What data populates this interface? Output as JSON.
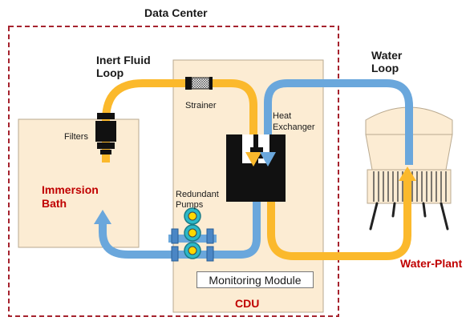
{
  "title": "Data Center",
  "labels": {
    "inert_fluid_loop_line1": "Inert Fluid",
    "inert_fluid_loop_line2": "Loop",
    "water_loop_line1": "Water",
    "water_loop_line2": "Loop",
    "strainer": "Strainer",
    "heat_exchanger_line1": "Heat",
    "heat_exchanger_line2": "Exchanger",
    "filters": "Filters",
    "immersion_bath_line1": "Immersion",
    "immersion_bath_line2": "Bath",
    "redundant_pumps_line1": "Redundant",
    "redundant_pumps_line2": "Pumps",
    "monitoring_module": "Monitoring Module",
    "cdu": "CDU",
    "water_plant": "Water-Plant"
  },
  "colors": {
    "boundary": "#a6232e",
    "box_fill": "#fcecd3",
    "box_stroke": "#b9a98f",
    "hot_pipe": "#fbb92c",
    "cold_pipe": "#6aa7dc",
    "red_text": "#c00000",
    "pump_fill": "#2bb9c8",
    "pump_accent": "#ffd800"
  }
}
